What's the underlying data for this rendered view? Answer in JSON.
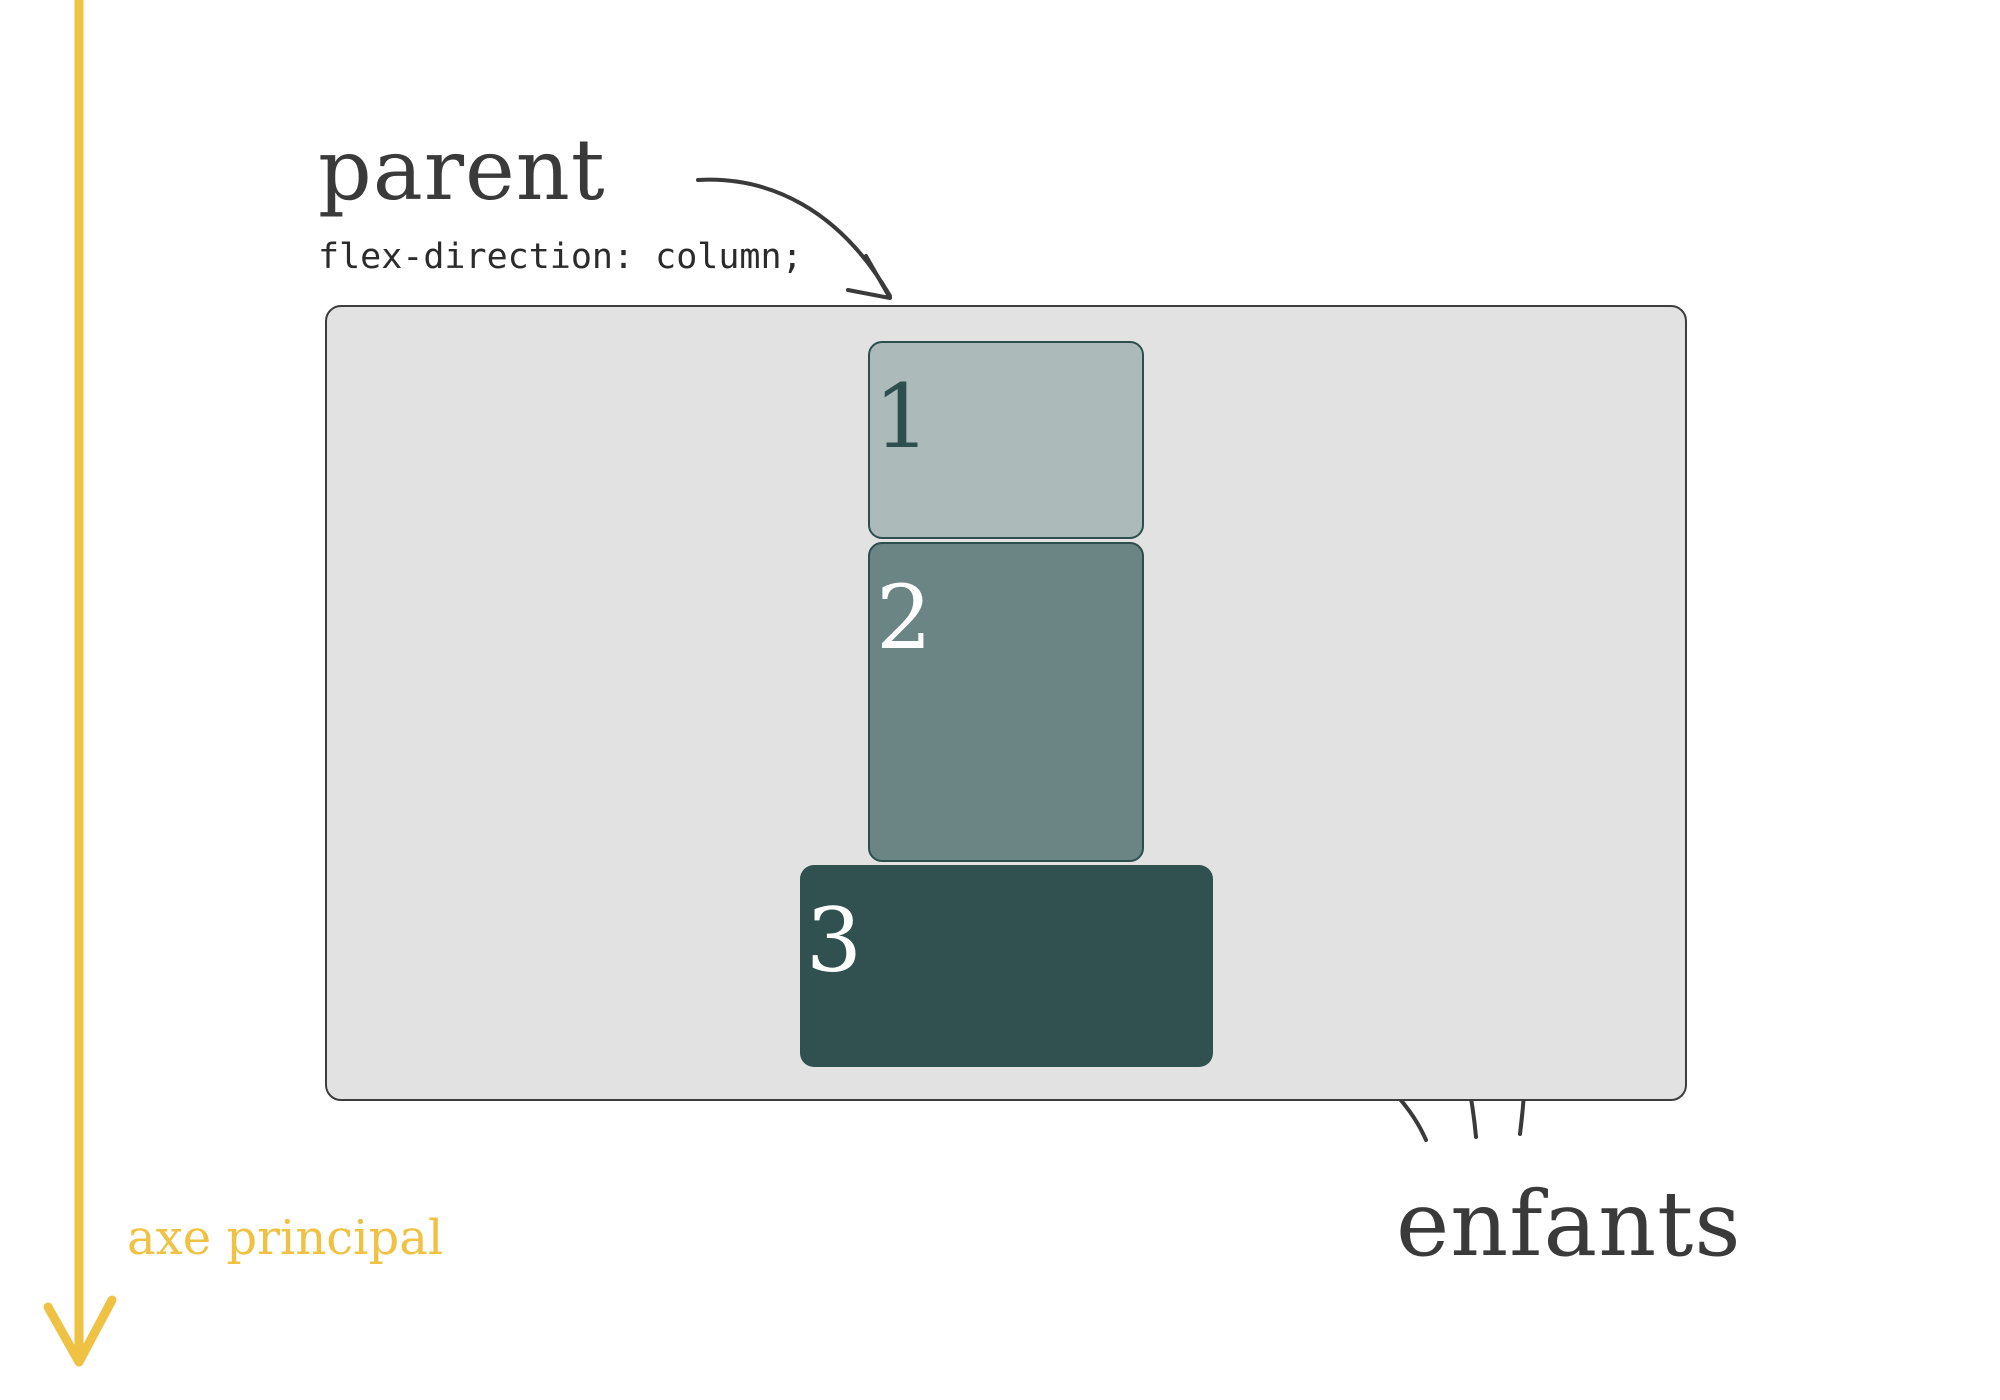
{
  "parent": {
    "title": "parent",
    "code": "flex-direction: column;"
  },
  "children": [
    {
      "label": "1"
    },
    {
      "label": "2"
    },
    {
      "label": "3"
    }
  ],
  "children_label": "enfants",
  "axis": {
    "label": "axe principal"
  },
  "colors": {
    "axis": "#f0c244",
    "parent_fill": "#e2e2e2",
    "child_1": "#acbbba",
    "child_2": "#6a8584",
    "child_3": "#30514f",
    "arrow": "#3a3a3a"
  }
}
